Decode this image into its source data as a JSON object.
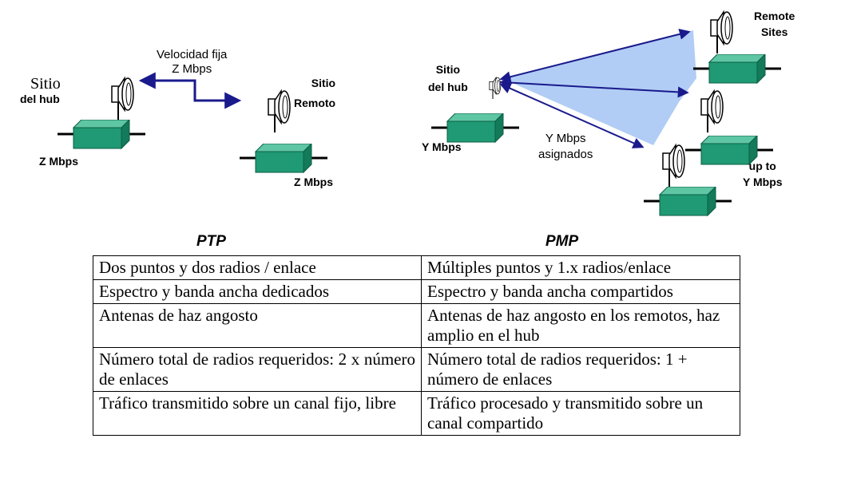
{
  "ptp": {
    "velocity_label": "Velocidad fija\nZ Mbps",
    "hub_label_line1": "Sitio",
    "hub_label_line2": "del hub",
    "remote_label": "Sitio\nRemoto",
    "hub_speed": "Z Mbps",
    "remote_speed": "Z Mbps"
  },
  "pmp": {
    "hub_label": "Sitio\ndel hub",
    "hub_speed": "Y Mbps",
    "assigned_label": "Y Mbps\nasignados",
    "remote_sites_label": "Remote\nSites",
    "upto_label": "up to\nY Mbps"
  },
  "colors": {
    "device_fill": "#1f9a74",
    "arrow": "#1a1a8c",
    "coverage": "#a8c8f4"
  },
  "table": {
    "headers": [
      "PTP",
      "PMP"
    ],
    "rows": [
      [
        "Dos puntos y dos  radios / enlace",
        "Múltiples puntos y 1.x radios/enlace"
      ],
      [
        "Espectro y banda ancha dedicados",
        "Espectro y banda ancha compartidos"
      ],
      [
        "Antenas de haz angosto",
        "Antenas de haz angosto en los remotos, haz amplio en el hub"
      ],
      [
        "Número total de radios requeridos: 2 x número de enlaces",
        "Número total de radios requeridos: 1 + número de enlaces"
      ],
      [
        "Tráfico transmitido sobre un canal fijo, libre",
        "Tráfico procesado y transmitido sobre un canal compartido"
      ]
    ]
  }
}
